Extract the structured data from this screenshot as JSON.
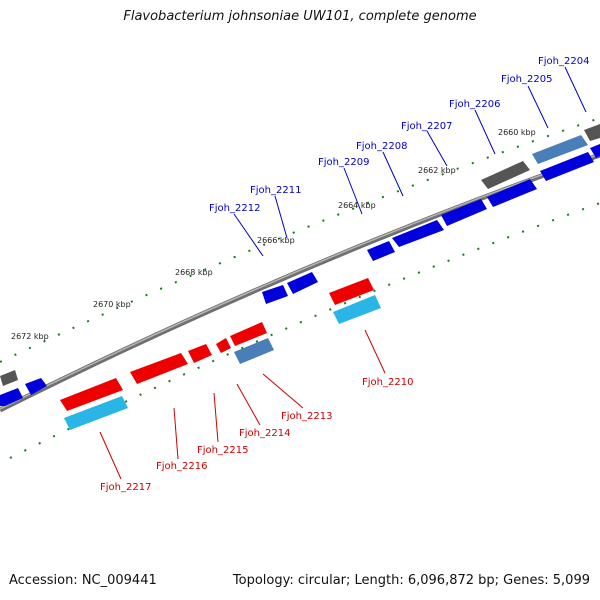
{
  "title": "Flavobacterium johnsoniae UW101, complete genome",
  "footer": {
    "accession": "Accession: NC_009441",
    "summary": "Topology: circular; Length: 6,096,872 bp; Genes: 5,099"
  },
  "colors": {
    "backbone": "#8a8a8a",
    "forward_cds": "#0000dd",
    "reverse_cds": "#ee0000",
    "rna_gene": "#29b6e6",
    "other_gene": "#555555",
    "pseudo_gene": "#4a7eb8",
    "tick": "#1a7a1a",
    "forward_label": "#0000cc",
    "reverse_label": "#cc0000"
  },
  "kbp_labels": [
    "2660 kbp",
    "2662 kbp",
    "2664 kbp",
    "2666 kbp",
    "2668 kbp",
    "2670 kbp",
    "2672 kbp"
  ],
  "forward_gene_labels": [
    "Fjoh_2204",
    "Fjoh_2205",
    "Fjoh_2206",
    "Fjoh_2207",
    "Fjoh_2208",
    "Fjoh_2209",
    "Fjoh_2211",
    "Fjoh_2212"
  ],
  "reverse_gene_labels": [
    "Fjoh_2210",
    "Fjoh_2213",
    "Fjoh_2214",
    "Fjoh_2215",
    "Fjoh_2216",
    "Fjoh_2217"
  ]
}
